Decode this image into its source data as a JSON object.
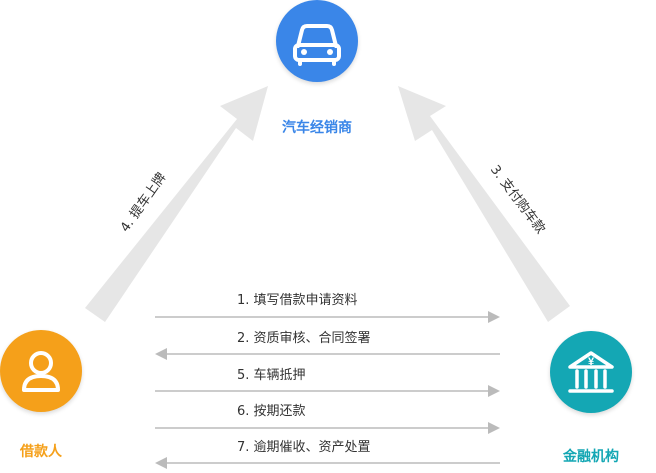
{
  "nodes": {
    "dealer": {
      "label": "汽车经销商",
      "color": "#3a86e8",
      "icon": "car-icon"
    },
    "borrower": {
      "label": "借款人",
      "color": "#f5a01a",
      "icon": "person-icon"
    },
    "bank": {
      "label": "金融机构",
      "color": "#14a7b4",
      "icon": "bank-icon"
    }
  },
  "diagonal_steps": {
    "left": "4. 提车上牌",
    "right": "3. 支付购车款"
  },
  "flow_steps": [
    {
      "label": "1. 填写借款申请资料",
      "direction": "right"
    },
    {
      "label": "2. 资质审核、合同签署",
      "direction": "left"
    },
    {
      "label": "5. 车辆抵押",
      "direction": "right"
    },
    {
      "label": "6. 按期还款",
      "direction": "right"
    },
    {
      "label": "7. 逾期催收、资产处置",
      "direction": "left"
    }
  ],
  "colors": {
    "arrow_big": "#e6e6e6",
    "arrow_thin": "#bbbbbb",
    "text": "#333333"
  }
}
